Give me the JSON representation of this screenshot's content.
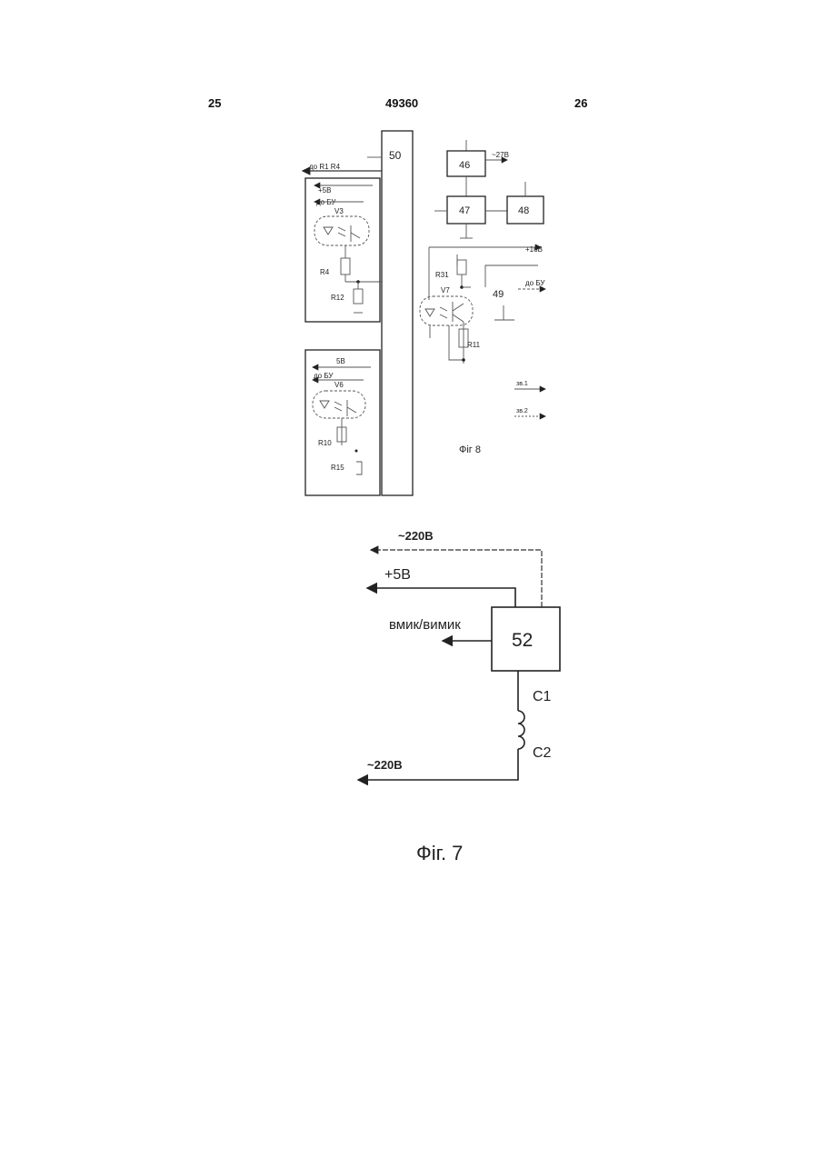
{
  "header": {
    "page_left": "25",
    "patent_number": "49360",
    "page_right": "26"
  },
  "fig8": {
    "caption": "Фіг 8",
    "bus_label": "50",
    "bus_out_label": "до R1 R4",
    "top_module": {
      "v_label": "+5В",
      "gnd_label": "до БУ",
      "opto_label": "V3",
      "res_a": "R4",
      "res_b": "R12"
    },
    "bottom_module": {
      "v_label": "5В",
      "gnd_label": "до БУ",
      "opto_label": "V6",
      "res_a": "R10",
      "res_b": "R15"
    },
    "block_46": "46",
    "block_46_out": "~27В",
    "block_47": "47",
    "block_48": "48",
    "block_49": "49",
    "block_49_out": "до БУ",
    "supply_label": "+16В",
    "res_r31": "R31",
    "transistor": "V7",
    "res_r11": "R11",
    "legend_a": "зв.1",
    "legend_b": "зв.2"
  },
  "fig7": {
    "caption": "Фіг. 7",
    "top_ac": "~220В",
    "plus5": "+5В",
    "switch_label": "вмик/вимик",
    "block_52": "52",
    "c1": "C1",
    "c2": "C2",
    "bottom_ac": "~220В"
  }
}
